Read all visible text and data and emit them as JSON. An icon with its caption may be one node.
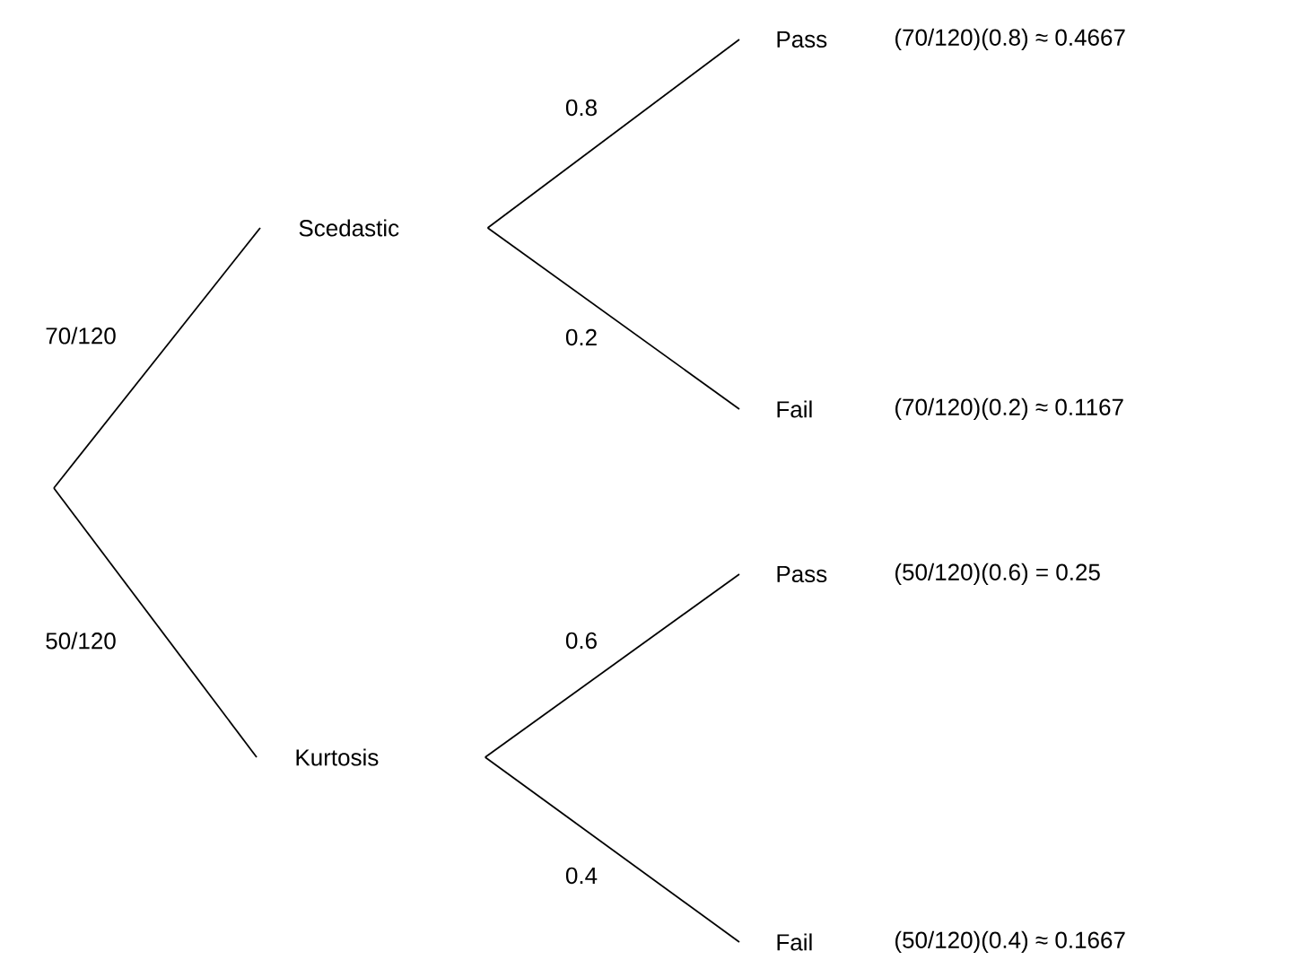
{
  "diagram": {
    "nodes": [
      {
        "text": [
          "Scedastic"
        ]
      },
      {
        "text": [
          "Kurtosis"
        ]
      },
      {
        "text": [
          "Pass"
        ],
        "beside": [
          "(70/120)(0.8) ≈ 0.4667"
        ]
      },
      {
        "text": [
          "Fail"
        ],
        "beside": [
          "(70/120)(0.2) ≈ 0.1167"
        ]
      },
      {
        "text": [
          "Pass"
        ],
        "beside": [
          "(50/120)(0.6) = 0.25"
        ]
      },
      {
        "text": [
          "Fail"
        ],
        "beside": [
          "(50/120)(0.4) ≈ 0.1667"
        ]
      }
    ],
    "edges": [
      {
        "from": null,
        "to": 0,
        "arrow": "none",
        "label": "70/120"
      },
      {
        "from": null,
        "to": 1,
        "arrow": "none",
        "label": "50/120"
      },
      {
        "from": 0,
        "to": 2,
        "arrow": "none",
        "label": "0.8"
      },
      {
        "from": 0,
        "to": 3,
        "arrow": "none",
        "label": "0.2"
      },
      {
        "from": 1,
        "to": 4,
        "arrow": "none",
        "label": "0.6"
      },
      {
        "from": 1,
        "to": 5,
        "arrow": "none",
        "label": "0.4"
      }
    ]
  }
}
